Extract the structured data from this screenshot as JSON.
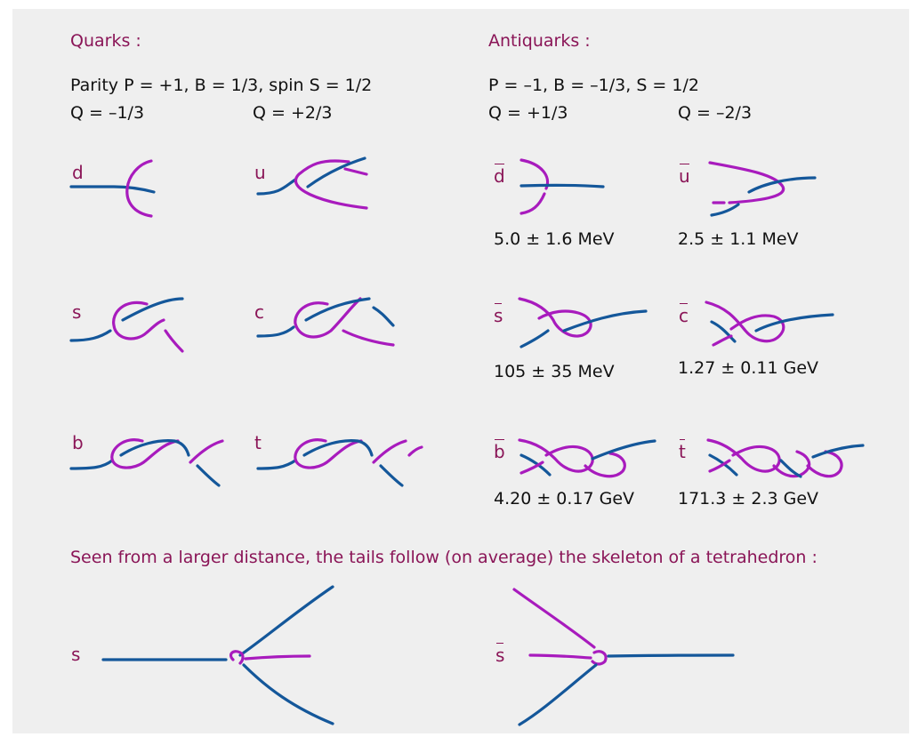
{
  "colors": {
    "background": "#efefef",
    "blue_strand": "#14579a",
    "purple_strand": "#a81bbd",
    "heading": "#8a1557"
  },
  "quarks": {
    "heading": "Quarks :",
    "props": "Parity P = +1, B = 1/3, spin S = 1/2",
    "charge_left": "Q = –1/3",
    "charge_right": "Q = +2/3",
    "labels": {
      "d": "d",
      "u": "u",
      "s": "s",
      "c": "c",
      "b": "b",
      "t": "t"
    }
  },
  "antiquarks": {
    "heading": "Antiquarks :",
    "props": "P = –1, B = –1/3, S = 1/2",
    "charge_left": "Q = +1/3",
    "charge_right": "Q = –2/3",
    "labels": {
      "d": "d",
      "u": "u",
      "s": "s",
      "c": "c",
      "b": "b",
      "t": "t"
    },
    "masses": {
      "d": "5.0 ± 1.6 MeV",
      "u": "2.5 ± 1.1 MeV",
      "s": "105 ± 35 MeV",
      "c": "1.27 ± 0.11 GeV",
      "b": "4.20 ± 0.17 GeV",
      "t": "171.3 ± 2.3 GeV"
    }
  },
  "tetrahedron": {
    "caption": "Seen from a larger distance, the tails follow (on average) the skeleton of a tetrahedron :",
    "label_left": "s",
    "label_right": "s"
  }
}
